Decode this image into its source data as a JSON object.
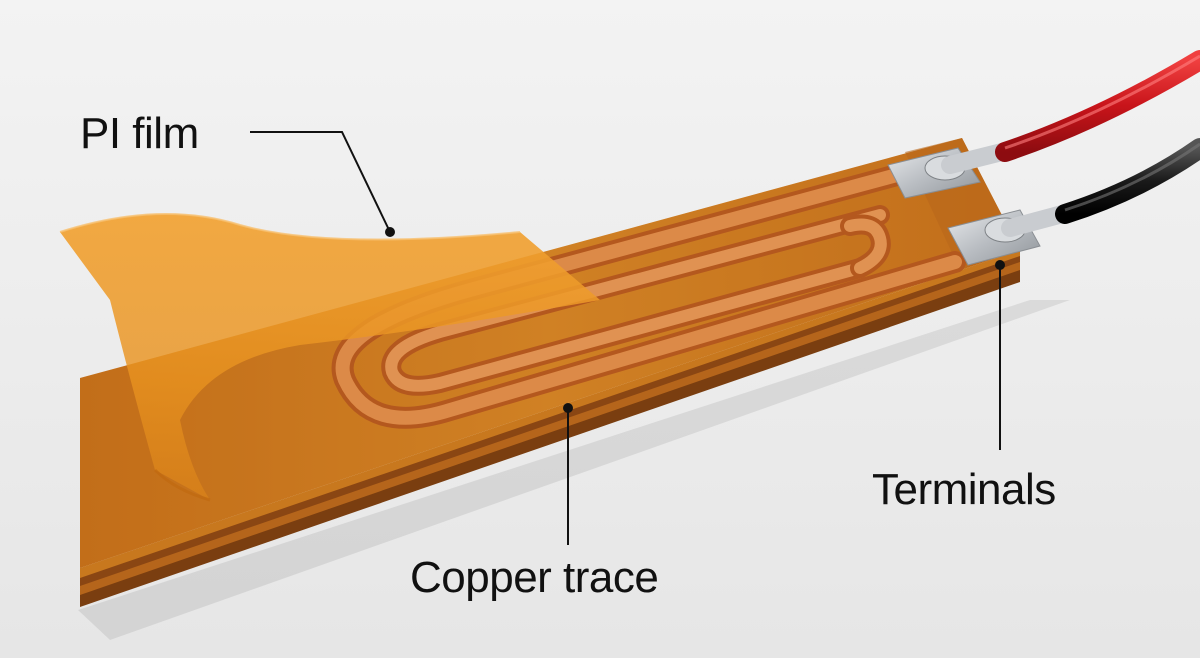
{
  "labels": {
    "pi_film": "PI film",
    "terminals": "Terminals",
    "copper_trace": "Copper trace"
  },
  "colors": {
    "background": "#efefef",
    "pi_film": "#e8901c",
    "copper": "#d47a3a",
    "red_wire": "#d4161a",
    "black_wire": "#1b1b1b",
    "tin": "#c9ccd0",
    "leader_line": "#111111"
  }
}
